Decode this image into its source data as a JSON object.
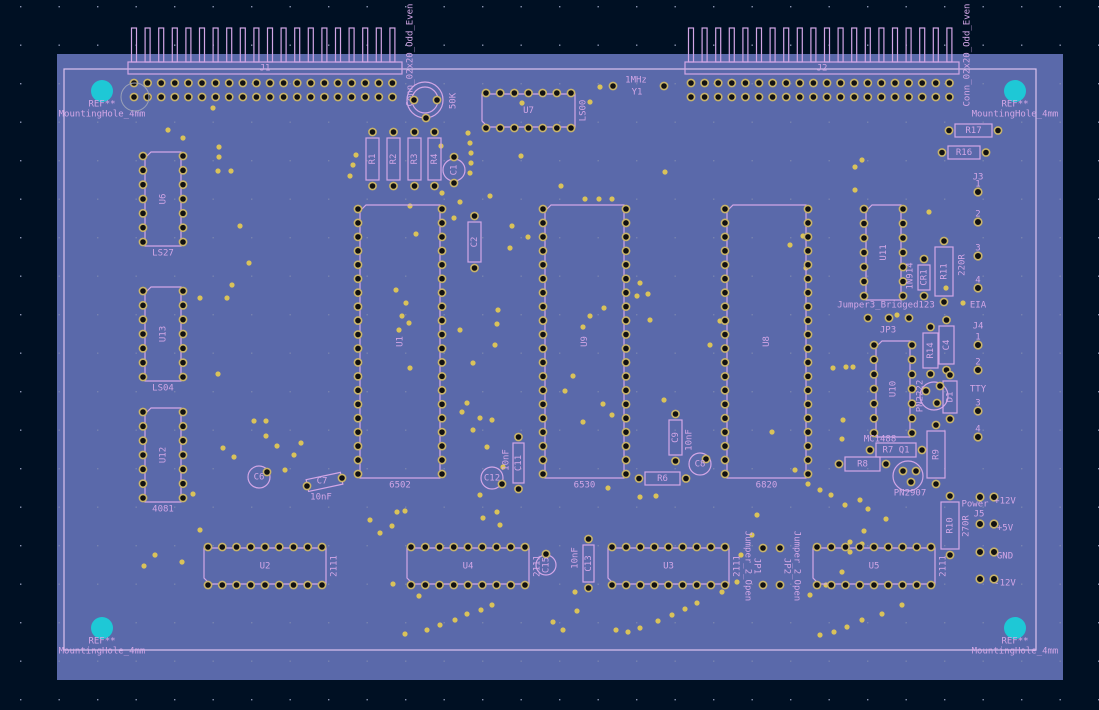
{
  "colors": {
    "background": "#001023",
    "board": "#5a69aa",
    "silkscreen": "#d2a6e6",
    "via": "#d9c25a",
    "mounting_hole": "#1ec8d6",
    "pad_ring": "#c9b46a"
  },
  "connectors": {
    "J1": {
      "ref": "J1",
      "value": "Conn_02x20_Odd_Even"
    },
    "J2": {
      "ref": "J2",
      "value": "Conn_02x20_Odd_Even"
    }
  },
  "mounting_holes": {
    "ref": "REF**",
    "value": "MountingHole_4mm"
  },
  "ics": {
    "U1": {
      "ref": "U1",
      "value": "6502"
    },
    "U9": {
      "ref": "U9",
      "value": "6530"
    },
    "U8": {
      "ref": "U8",
      "value": "6820"
    },
    "U6": {
      "ref": "U6",
      "value": "LS27"
    },
    "U13": {
      "ref": "U13",
      "value": "LS04"
    },
    "U12": {
      "ref": "U12",
      "value": "4081"
    },
    "U7": {
      "ref": "U7",
      "value": "LS00"
    },
    "U11": {
      "ref": "U11",
      "value": ""
    },
    "U10": {
      "ref": "U10",
      "value": "MC1488"
    },
    "U2": {
      "ref": "U2",
      "value": "2111"
    },
    "U4": {
      "ref": "U4",
      "value": "2111"
    },
    "U3": {
      "ref": "U3",
      "value": "2111"
    },
    "U5": {
      "ref": "U5",
      "value": "2111"
    }
  },
  "passives": {
    "R1": {
      "ref": "R1"
    },
    "R2": {
      "ref": "R2"
    },
    "R3": {
      "ref": "R3"
    },
    "R4": {
      "ref": "R4"
    },
    "R6": {
      "ref": "R6"
    },
    "R8": {
      "ref": "R8"
    },
    "R9": {
      "ref": "R9"
    },
    "R10": {
      "ref": "R10",
      "value": "270R"
    },
    "R11": {
      "ref": "R11",
      "value": "220R"
    },
    "R14": {
      "ref": "R14"
    },
    "R16": {
      "ref": "R16"
    },
    "R17": {
      "ref": "R17"
    },
    "R7": {
      "ref": "R7 Q1"
    },
    "C1": {
      "ref": "C1"
    },
    "C2": {
      "ref": "C2"
    },
    "C4": {
      "ref": "C4"
    },
    "C6": {
      "ref": "C6"
    },
    "C7": {
      "ref": "C7",
      "value": "10nF"
    },
    "C8": {
      "ref": "C8"
    },
    "C9": {
      "ref": "C9",
      "value": "10nF"
    },
    "C11": {
      "ref": "C11",
      "value": "10nF"
    },
    "C12": {
      "ref": "C12"
    },
    "C13": {
      "ref": "C13",
      "value": "10nF"
    },
    "C15": {
      "ref": "C15"
    },
    "POT": {
      "value": "50K"
    },
    "Y1": {
      "ref": "Y1",
      "value": "1MHz"
    },
    "Q1": {
      "value": "PN2907"
    },
    "Q2": {
      "value": "PN2222"
    },
    "CR1": {
      "ref": "CR1",
      "value": "1N914"
    },
    "D1": {
      "ref": "D1"
    }
  },
  "jumpers": {
    "JP3": {
      "ref": "JP3",
      "value": "Jumper3_Bridged123"
    },
    "JP1": {
      "ref": "JP1",
      "value": "Jumper_2_Open"
    },
    "JP2": {
      "ref": "JP2",
      "value": "Jumper_2_Open"
    }
  },
  "headers": {
    "J3": {
      "ref": "J3",
      "value": "EIA",
      "pins": [
        "1",
        "2",
        "3",
        "4"
      ]
    },
    "J4": {
      "ref": "J4",
      "value": "TTY",
      "pins": [
        "1",
        "2",
        "3",
        "4"
      ]
    },
    "J5": {
      "ref": "J5",
      "value": "Power",
      "labels": [
        "+12V",
        "+5V",
        "GND",
        "-12V"
      ]
    }
  }
}
